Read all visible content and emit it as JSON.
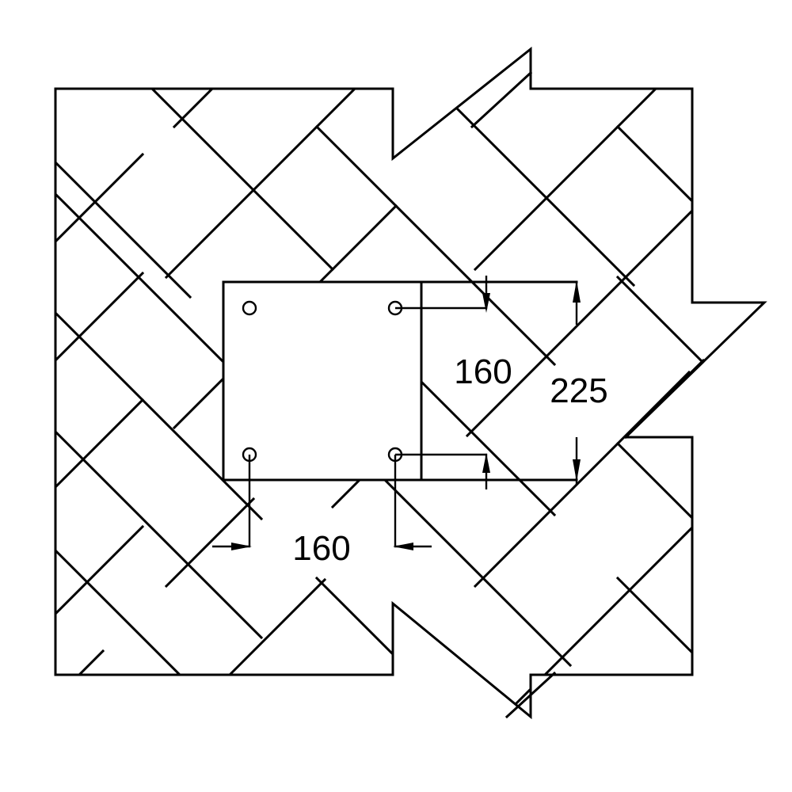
{
  "drawing": {
    "dimensions": {
      "hole_spacing_vertical": "160",
      "plate_height": "225",
      "hole_spacing_horizontal": "160"
    }
  }
}
